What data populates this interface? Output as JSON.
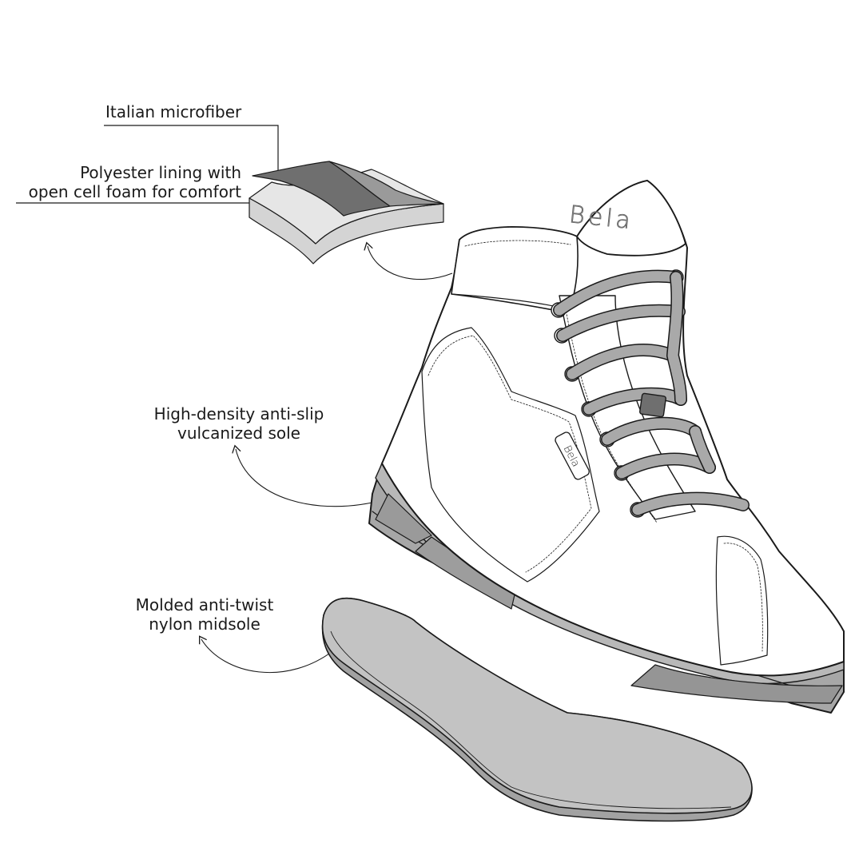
{
  "callouts": {
    "microfiber": "Italian microfiber",
    "lining": [
      "Polyester lining with",
      "open cell foam for comfort"
    ],
    "sole": [
      "High-density anti-slip",
      "vulcanized sole"
    ],
    "midsole": [
      "Molded anti-twist",
      "nylon midsole"
    ]
  },
  "brand": {
    "tongue_logo": "Bela",
    "side_logo": "Bela"
  },
  "colors": {
    "outline": "#1a1a1a",
    "upper": "#ffffff",
    "sole": "#a7a7a7",
    "sole_dark": "#8d8d8d",
    "foam": "#d4d4d4",
    "microfiber": "#6f6f6f",
    "lace": "#a9a9a9",
    "midsole": "#c3c3c3"
  }
}
